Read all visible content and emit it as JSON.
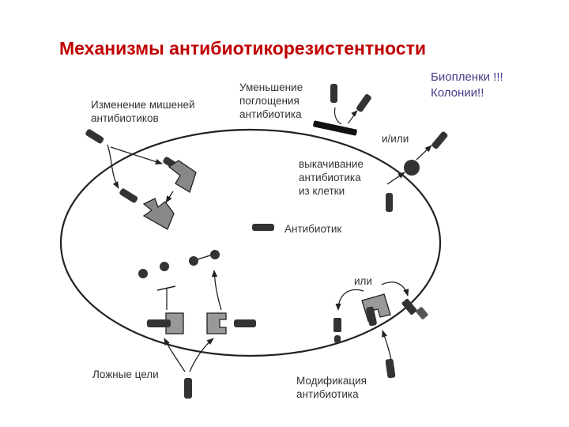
{
  "title": "Механизмы антибиотикорезистентности",
  "note": {
    "line1": "Биопленки !!!",
    "line2": "Колонии!!"
  },
  "labels": {
    "target_change": [
      "Изменение мишеней",
      "антибиотиков"
    ],
    "uptake_reduction": [
      "Уменьшение",
      "поглощения",
      "антибиотика"
    ],
    "and_or": "и/или",
    "efflux": [
      "выкачивание",
      "антибиотика",
      "из клетки"
    ],
    "antibiotic": "Антибиотик",
    "or": "или",
    "decoys": "Ложные цели",
    "modification": [
      "Модификация",
      "антибиотика"
    ]
  }
}
